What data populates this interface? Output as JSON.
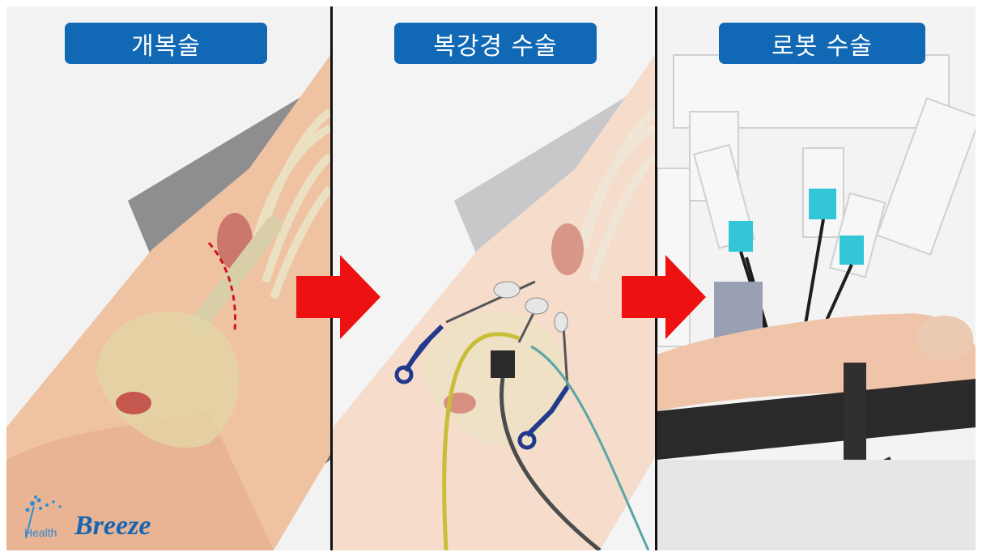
{
  "panels": [
    {
      "title": "개복술"
    },
    {
      "title": "복강경 수술"
    },
    {
      "title": "로봇 수술"
    }
  ],
  "logo": {
    "prefix": "Health",
    "name": "Breeze"
  },
  "colors": {
    "badge": "#1168b4",
    "arrow": "#ee1111",
    "skin": "#f0c4a6",
    "instrument": "#233a8c"
  }
}
